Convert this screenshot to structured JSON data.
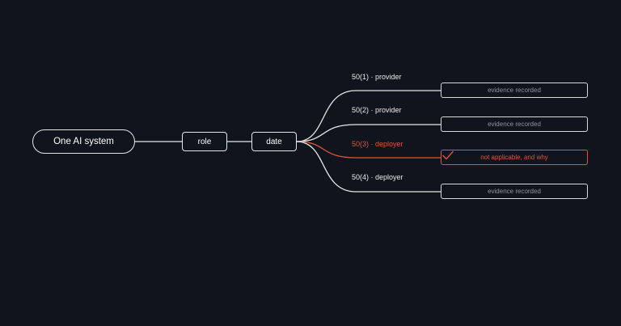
{
  "root": {
    "label": "One AI system"
  },
  "steps": [
    {
      "label": "role"
    },
    {
      "label": "date"
    }
  ],
  "branches": [
    {
      "label": "50(1) · provider",
      "result": "evidence recorded",
      "alert": false
    },
    {
      "label": "50(2) · provider",
      "result": "evidence recorded",
      "alert": false
    },
    {
      "label": "50(3) · deployer",
      "result": "not applicable, and why",
      "alert": true,
      "icon": "check-icon"
    },
    {
      "label": "50(4) · deployer",
      "result": "evidence recorded",
      "alert": false
    }
  ],
  "colors": {
    "background": "#10141c",
    "line": "#e6e6e6",
    "alert": "#e0533f",
    "muted_text": "#8f949c"
  }
}
